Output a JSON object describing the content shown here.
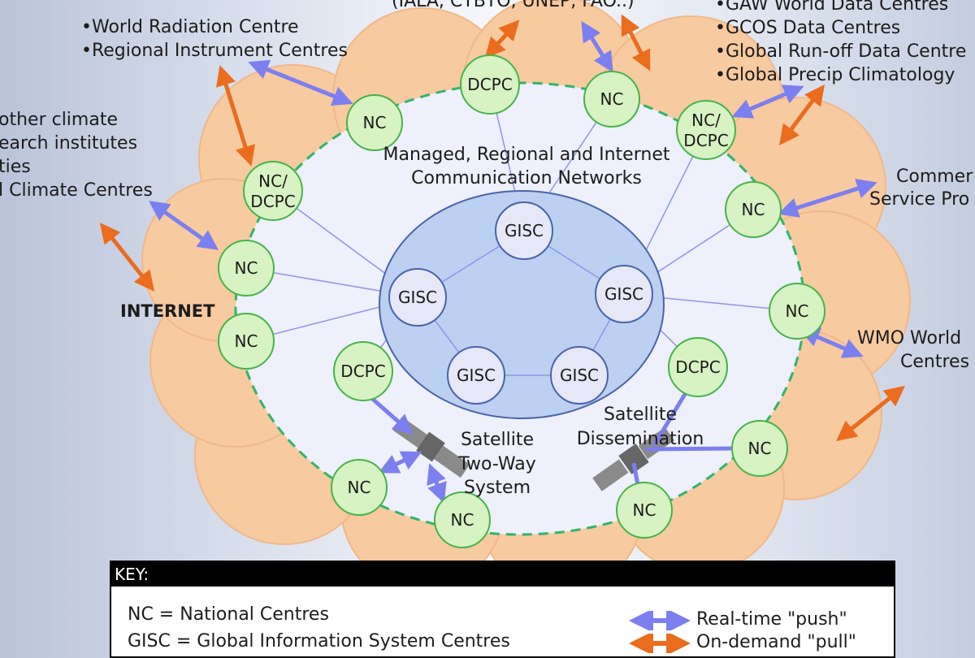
{
  "colors": {
    "cloud_fill": "#f7caa0",
    "cloud_stroke": "#f1b888",
    "inner_field": "#eef0fb",
    "dashed_ring": "#2fb56a",
    "center_ellipse": "#bcd0f2",
    "gisc_fill": "#e6e8f8",
    "node_fill": "#d7f3c3",
    "node_stroke": "#45b44a",
    "push_arrow": "#7b7ff0",
    "pull_arrow": "#ea6c1c",
    "link_line": "#8e95e8"
  },
  "labels": {
    "internet": "INTERNET",
    "managed_networks_line1": "Managed, Regional and Internet",
    "managed_networks_line2": "Communication Networks",
    "sat_two_way_line1": "Satellite",
    "sat_two_way_line2": "Two-Way",
    "sat_two_way_line3": "System",
    "sat_dissem_line1": "Satellite",
    "sat_dissem_line2": "Dissemination",
    "top_center": "(IALA, CTBTO, UNEP, FAO..)",
    "top_left_1": "•World Radiation Centre",
    "top_left_2": "•Regional Instrument Centres",
    "left_1": "other climate",
    "left_2": "earch institutes",
    "left_3": "ties",
    "left_4": "l Climate Centres",
    "top_right_1": "•GAW World Data Centres",
    "top_right_2": "•GCOS Data Centres",
    "top_right_3": "•Global Run-off Data Centre",
    "top_right_4": "•Global Precip Climatology",
    "right_1": "Commer",
    "right_2": "Service Pro",
    "right_3": "WMO World",
    "right_4": "Centres"
  },
  "nodes": {
    "nc": "NC",
    "dcpc": "DCPC",
    "nc_dcpc_line1": "NC/",
    "nc_dcpc_line2": "DCPC",
    "gisc": "GISC"
  },
  "key": {
    "header": "KEY:",
    "nc_def": "NC = National Centres",
    "gisc_def": "GISC = Global Information System Centres",
    "push_label": "Real-time \"push\"",
    "pull_label": "On-demand \"pull\""
  }
}
